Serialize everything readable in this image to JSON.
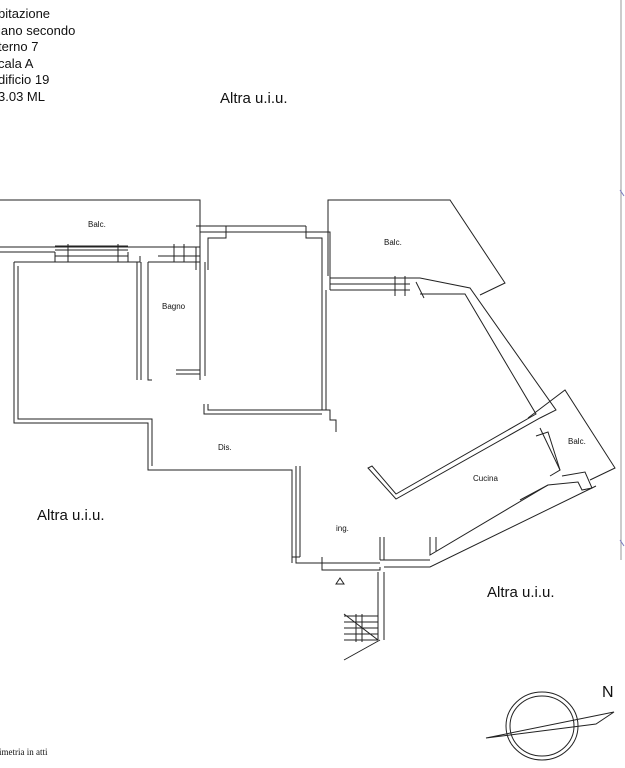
{
  "info_lines": [
    "bitazione",
    "iano secondo",
    "terno 7",
    "cala A",
    "dificio 19",
    "  3.03 ML"
  ],
  "labels": {
    "other_unit_top": "Altra u.i.u.",
    "other_unit_left": "Altra u.i.u.",
    "other_unit_right": "Altra u.i.u.",
    "balcony_1": "Balc.",
    "balcony_2": "Balc.",
    "balcony_3": "Balc.",
    "bathroom": "Bagno",
    "hallway": "Dis.",
    "kitchen": "Cucina",
    "entrance": "ing."
  },
  "north_label": "N",
  "footer_text": "imetria in atti"
}
